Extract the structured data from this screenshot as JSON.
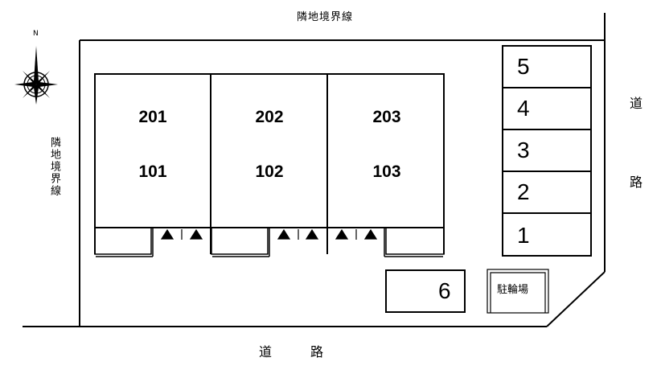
{
  "boundary_labels": {
    "top": "隣地境界線",
    "left": "隣地境界線"
  },
  "road_labels": {
    "right": [
      "道",
      "路"
    ],
    "bottom": [
      "道",
      "路"
    ]
  },
  "compass": {
    "north": "N"
  },
  "units": [
    {
      "upper": "201",
      "lower": "101"
    },
    {
      "upper": "202",
      "lower": "102"
    },
    {
      "upper": "203",
      "lower": "103"
    }
  ],
  "parking_slots": [
    "5",
    "4",
    "3",
    "2",
    "1"
  ],
  "parking_extra": "6",
  "bicycle_parking": "駐輪場"
}
